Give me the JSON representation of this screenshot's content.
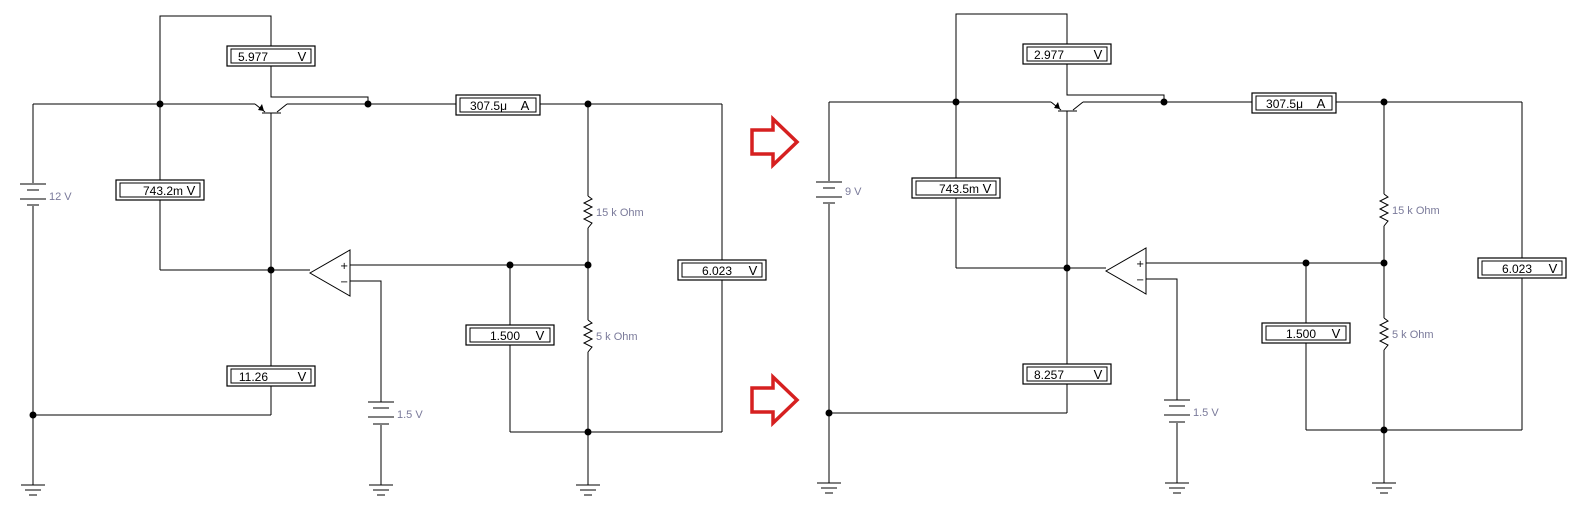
{
  "circuits": [
    {
      "battery_label": "12 V",
      "meters": {
        "vce": {
          "value": "5.977",
          "unit": "V"
        },
        "current": {
          "value": "307.5μ",
          "unit": "A"
        },
        "vbe": {
          "value": "743.2m",
          "unit": "V"
        },
        "vout": {
          "value": "11.26",
          "unit": "V"
        },
        "vref": {
          "value": "1.500",
          "unit": "V"
        },
        "vload": {
          "value": "6.023",
          "unit": "V"
        }
      },
      "r_top_label": "15 k Ohm",
      "r_bottom_label": "5 k Ohm",
      "ref_battery_label": "1.5 V"
    },
    {
      "battery_label": "9 V",
      "meters": {
        "vce": {
          "value": "2.977",
          "unit": "V"
        },
        "current": {
          "value": "307.5μ",
          "unit": "A"
        },
        "vbe": {
          "value": "743.5m",
          "unit": "V"
        },
        "vout": {
          "value": "8.257",
          "unit": "V"
        },
        "vref": {
          "value": "1.500",
          "unit": "V"
        },
        "vload": {
          "value": "6.023",
          "unit": "V"
        }
      },
      "r_top_label": "15 k Ohm",
      "r_bottom_label": "5 k Ohm",
      "ref_battery_label": "1.5 V"
    }
  ],
  "arrow_color": "#d62020",
  "icons": {
    "arrow": "right-outline-arrow-icon",
    "ground": "ground-icon",
    "battery": "battery-icon",
    "resistor": "resistor-icon",
    "transistor": "pnp-transistor-icon",
    "opamp": "op-amp-icon"
  }
}
